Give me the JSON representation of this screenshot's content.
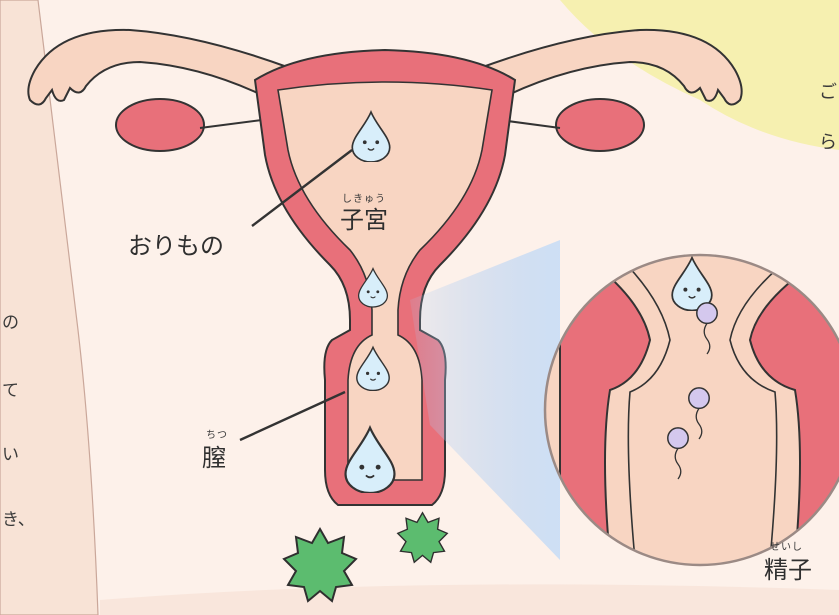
{
  "labels": {
    "orimono": "おりもの",
    "uterus": "子宮",
    "uterus_ruby": "しきゅう",
    "vagina": "膣",
    "vagina_ruby": "ちつ",
    "sperm": "精子",
    "sperm_ruby": "せいし"
  },
  "left_edge_text": [
    "の",
    "て",
    "い",
    "き、"
  ],
  "right_edge_text": [
    "ご",
    "ら"
  ],
  "colors": {
    "wall": "#e8707a",
    "inner": "#f8d5c2",
    "outline": "#333333",
    "droplet": "#d8eefa",
    "sperm": "#d4c8ee",
    "germ": "#5cbc6f",
    "background": "#fdf1ea",
    "highlight": "#f6f0b0"
  }
}
